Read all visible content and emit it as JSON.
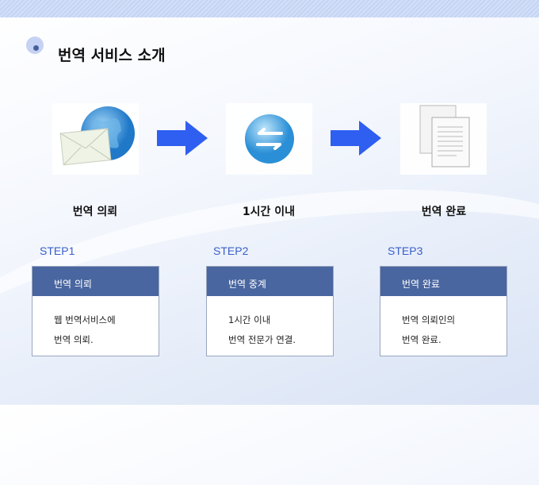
{
  "title": "번역 서비스 소개",
  "flow": [
    {
      "label": "번역 의뢰",
      "icon": "mail-globe-icon"
    },
    {
      "label": "1시간 이내",
      "icon": "exchange-icon"
    },
    {
      "label": "번역 완료",
      "icon": "documents-icon"
    }
  ],
  "steps": [
    {
      "step": "STEP1",
      "header": "번역 의뢰",
      "lines": [
        "웹 번역서비스에",
        "번역 의뢰."
      ]
    },
    {
      "step": "STEP2",
      "header": "번역 중계",
      "lines": [
        "1시간 이내",
        "번역 전문가 연결."
      ]
    },
    {
      "step": "STEP3",
      "header": "번역 완료",
      "lines": [
        "번역 의뢰인의",
        "번역 완료."
      ]
    }
  ],
  "colors": {
    "accent": "#4a66a0",
    "step": "#3a5fc8",
    "arrow": "#2f5ff0"
  }
}
